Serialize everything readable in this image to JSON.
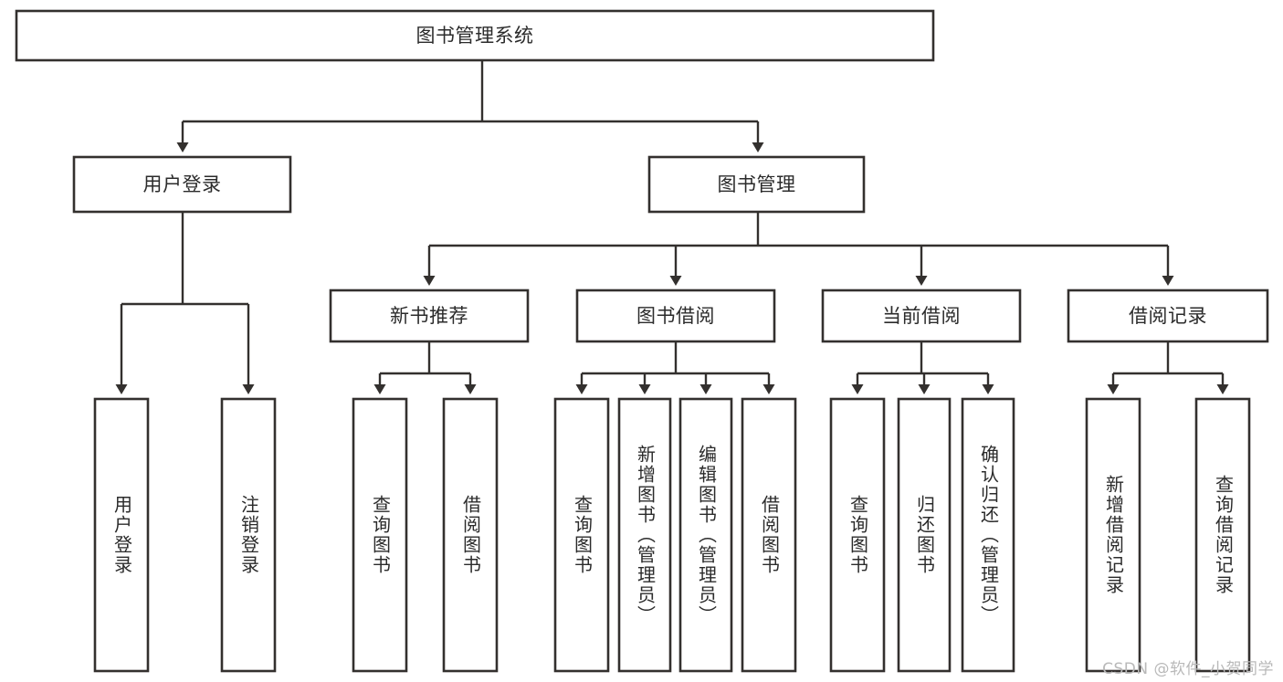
{
  "diagram": {
    "title": "图书管理系统",
    "type": "tree-hierarchy-diagram",
    "colors": {
      "stroke": "#33302e",
      "fill": "#ffffff",
      "text": "#2b2b2b",
      "watermark": "#b9b9b9"
    },
    "root": {
      "label": "图书管理系统"
    },
    "level2": [
      {
        "label": "用户登录"
      },
      {
        "label": "图书管理"
      }
    ],
    "level3": [
      {
        "label": "新书推荐"
      },
      {
        "label": "图书借阅"
      },
      {
        "label": "当前借阅"
      },
      {
        "label": "借阅记录"
      }
    ],
    "leaves": {
      "user_login": [
        {
          "label": "用户登录"
        },
        {
          "label": "注销登录"
        }
      ],
      "new_book_recommend": [
        {
          "label": "查询图书"
        },
        {
          "label": "借阅图书"
        }
      ],
      "book_borrow": [
        {
          "label": "查询图书"
        },
        {
          "label": "新增图书（管理员）"
        },
        {
          "label": "编辑图书（管理员）"
        },
        {
          "label": "借阅图书"
        }
      ],
      "current_borrow": [
        {
          "label": "查询图书"
        },
        {
          "label": "归还图书"
        },
        {
          "label": "确认归还（管理员）"
        }
      ],
      "borrow_record": [
        {
          "label": "新增借阅记录"
        },
        {
          "label": "查询借阅记录"
        }
      ]
    }
  },
  "watermark": {
    "text": "CSDN @软件_小贺同学"
  }
}
